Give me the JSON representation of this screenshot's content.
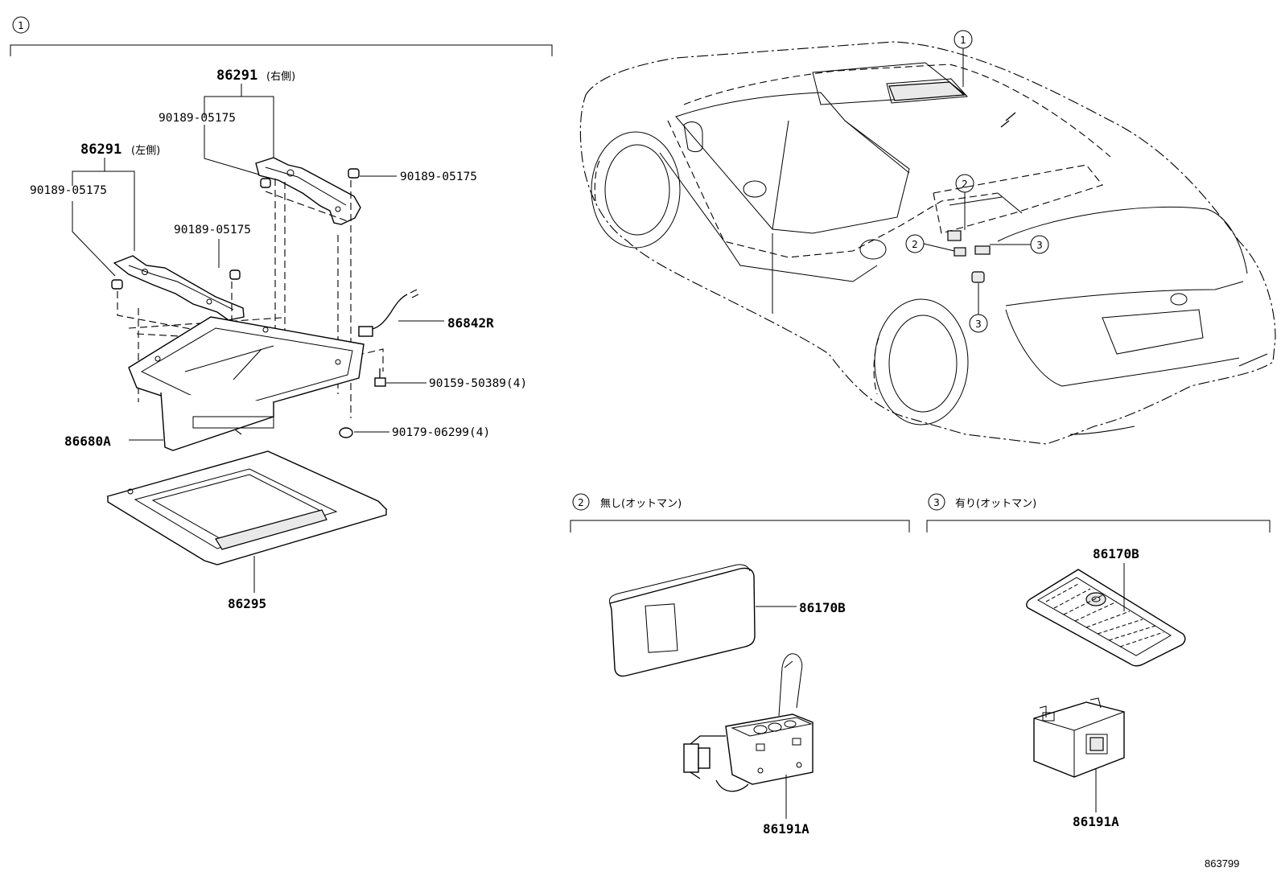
{
  "callouts": {
    "one": "1",
    "two": "2",
    "three": "3"
  },
  "left_group": {
    "p86291_right": "86291",
    "right_note": "(右側)",
    "p86291_left": "86291",
    "left_note": "(左側)",
    "bolt_a": "90189-05175",
    "bolt_b": "90189-05175",
    "bolt_c": "90189-05175",
    "bolt_d": "90189-05175",
    "p86842R": "86842R",
    "p90159": "90159-50389(4)",
    "p90179": "90179-06299(4)",
    "p86680A": "86680A",
    "p86295": "86295"
  },
  "section2": {
    "caption": "無し(オットマン)",
    "p86170B": "86170B",
    "p86191A": "86191A"
  },
  "section3": {
    "caption": "有り(オットマン)",
    "p86170B": "86170B",
    "p86191A": "86191A"
  },
  "diagram_ref": "863799"
}
